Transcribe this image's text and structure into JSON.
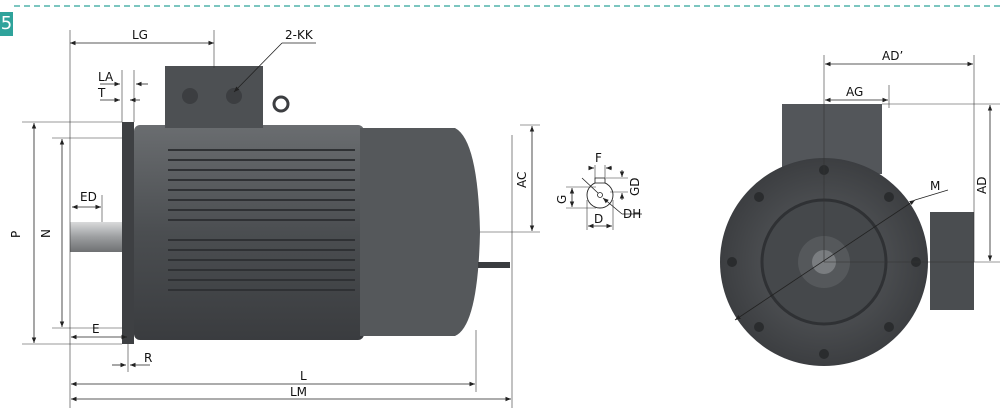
{
  "figure": {
    "badge": "5",
    "accent": "#2fa39b",
    "body_color": "#505356",
    "side_view_labels": {
      "LG": "LG",
      "KK": "2-KK",
      "LA": "LA",
      "T": "T",
      "P": "P",
      "N": "N",
      "ED": "ED",
      "E": "E",
      "R": "R",
      "L": "L",
      "LM": "LM",
      "AC": "AC"
    },
    "shaft_detail_labels": {
      "F": "F",
      "GD": "GD",
      "G": "G",
      "D": "D",
      "DH": "DH"
    },
    "end_view_labels": {
      "AD_prime": "AD’",
      "AG": "AG",
      "AD": "AD",
      "M": "M"
    }
  }
}
